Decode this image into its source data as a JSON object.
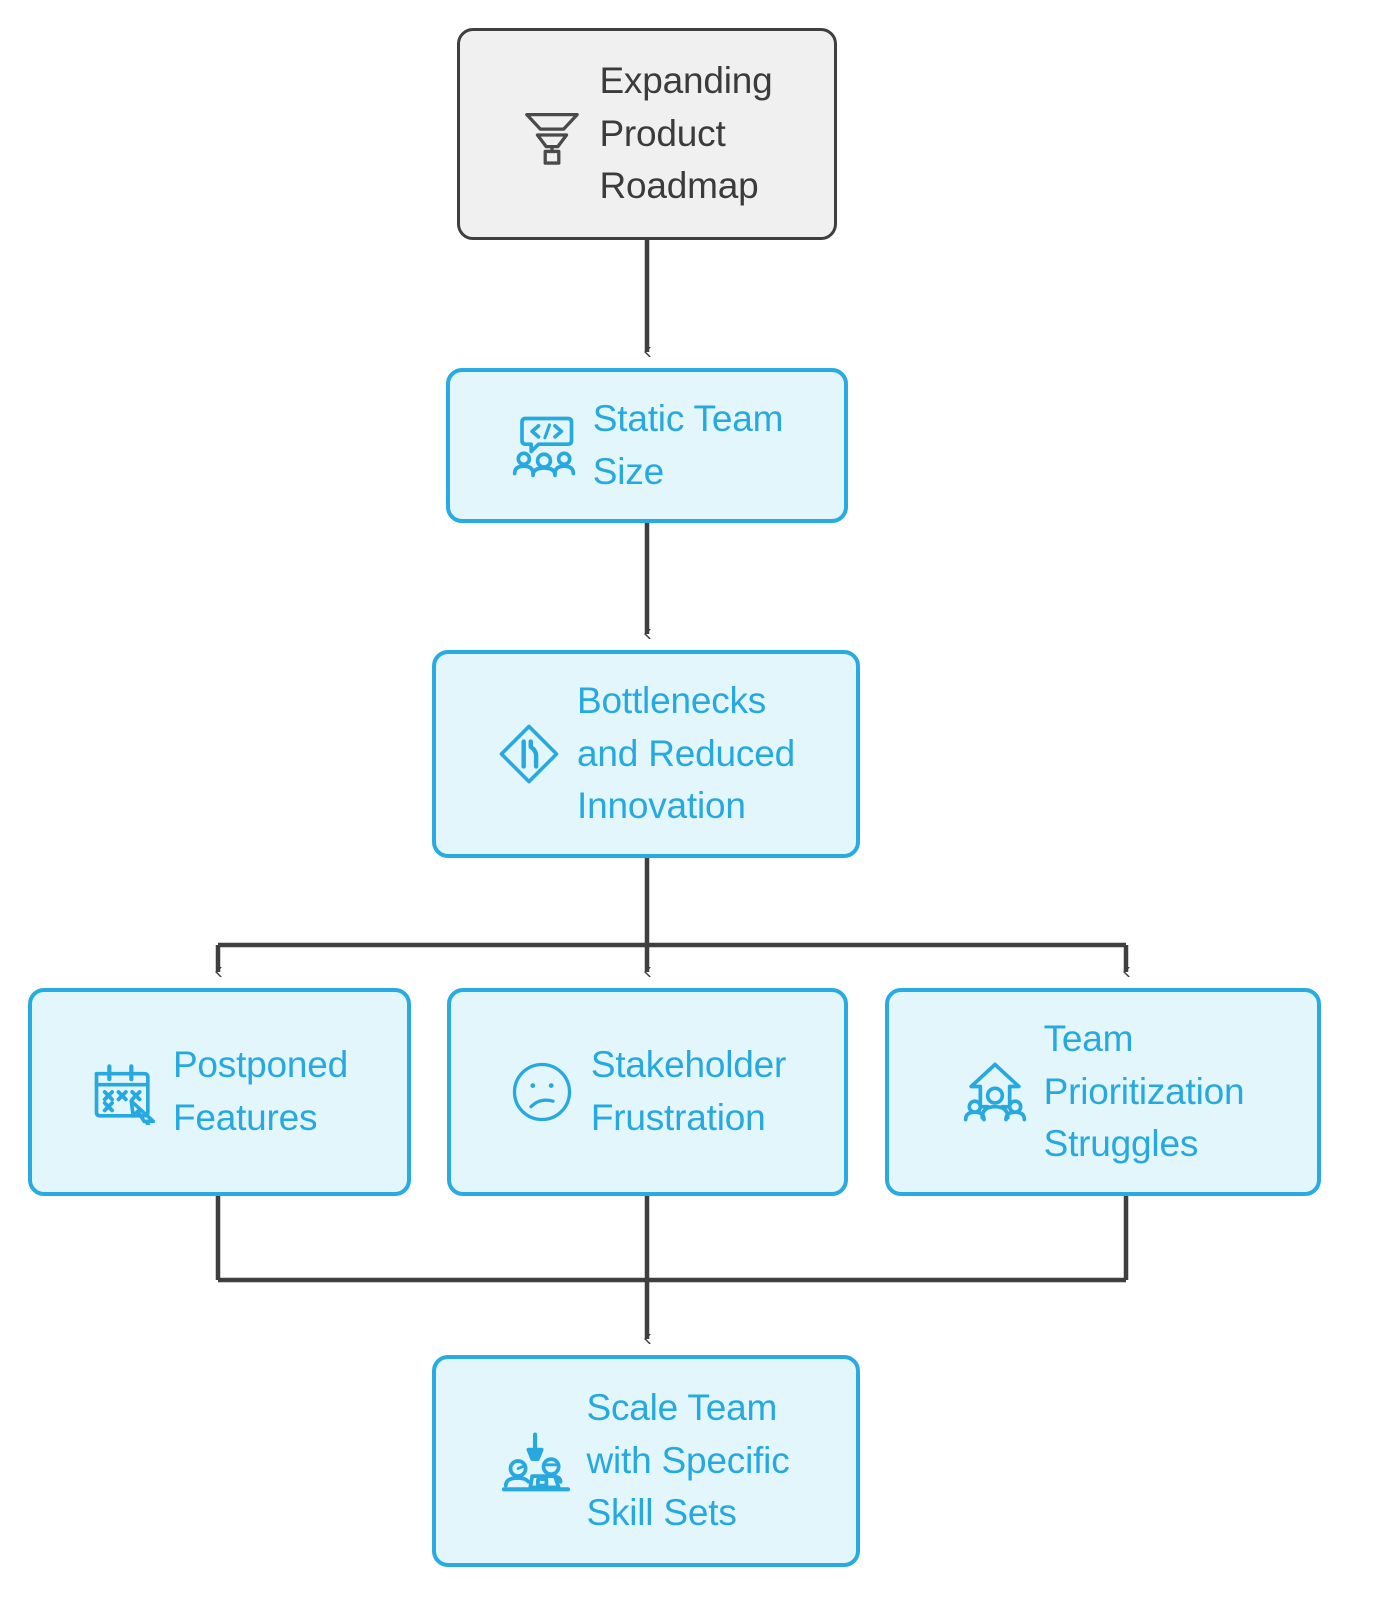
{
  "diagram": {
    "title": "Expanding Product Roadmap flowchart",
    "colors": {
      "accent": "#27A9E0",
      "node_fill_blue": "#E2F6FC",
      "node_fill_gray": "#F0F0F0",
      "node_border_gray": "#3F3F3F",
      "connector": "#3F3F3F",
      "background": "#FFFFFF"
    },
    "nodes": [
      {
        "id": "root",
        "label": "Expanding\nProduct\nRoadmap",
        "icon": "funnel-icon",
        "style": "gray"
      },
      {
        "id": "static-team",
        "label": "Static Team\nSize",
        "icon": "team-code-icon",
        "style": "blue"
      },
      {
        "id": "bottlenecks",
        "label": "Bottlenecks\nand Reduced\nInnovation",
        "icon": "road-narrows-sign-icon",
        "style": "blue"
      },
      {
        "id": "postponed",
        "label": "Postponed\nFeatures",
        "icon": "calendar-cursor-icon",
        "style": "blue"
      },
      {
        "id": "stakeholder",
        "label": "Stakeholder\nFrustration",
        "icon": "sad-face-icon",
        "style": "blue"
      },
      {
        "id": "team-prioritization",
        "label": "Team\nPrioritization\nStruggles",
        "icon": "team-growth-arrow-icon",
        "style": "blue"
      },
      {
        "id": "scale-team",
        "label": "Scale Team\nwith Specific\nSkill Sets",
        "icon": "team-workstation-icon",
        "style": "blue"
      }
    ],
    "edges": [
      {
        "from": "root",
        "to": "static-team"
      },
      {
        "from": "static-team",
        "to": "bottlenecks"
      },
      {
        "from": "bottlenecks",
        "to": "postponed"
      },
      {
        "from": "bottlenecks",
        "to": "stakeholder"
      },
      {
        "from": "bottlenecks",
        "to": "team-prioritization"
      },
      {
        "from": "postponed",
        "to": "scale-team"
      },
      {
        "from": "stakeholder",
        "to": "scale-team"
      },
      {
        "from": "team-prioritization",
        "to": "scale-team"
      }
    ]
  }
}
